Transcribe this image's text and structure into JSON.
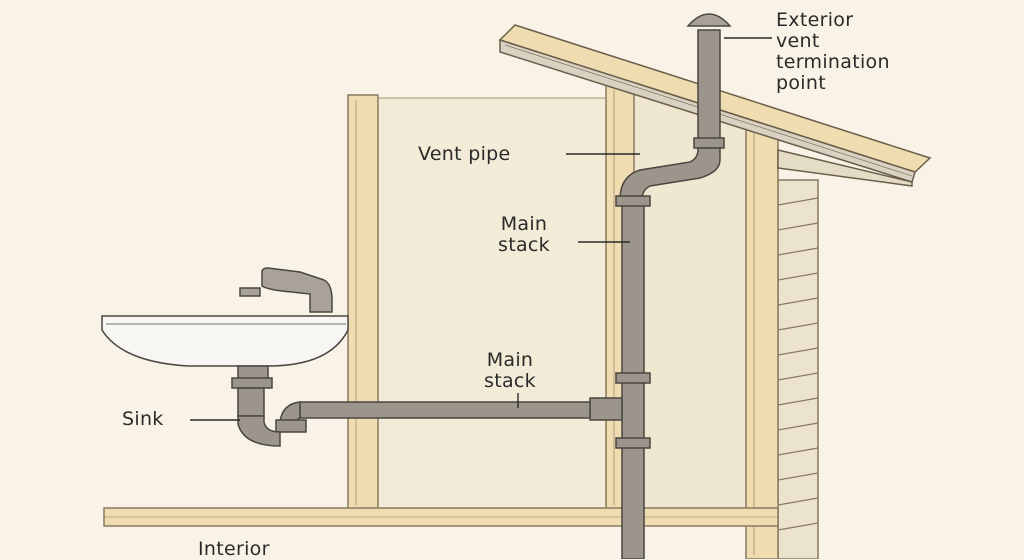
{
  "labels": {
    "exterior_vent": "Exterior\nvent\ntermination\npoint",
    "vent_pipe": "Vent pipe",
    "main_stack_vertical": "Main\nstack",
    "main_stack_horizontal": "Main\nstack",
    "sink": "Sink",
    "interior": "Interior"
  },
  "colors": {
    "background": "#f8f3e6",
    "wood": "#efdcb0",
    "wood_edge": "#8a7a5e",
    "wall": "#f2ebd7",
    "pipe": "#9b958c",
    "pipe_edge": "#4a4640",
    "siding": "#ece3cc",
    "roof": "#d9d2c2",
    "sink": "#f7f6f2"
  }
}
